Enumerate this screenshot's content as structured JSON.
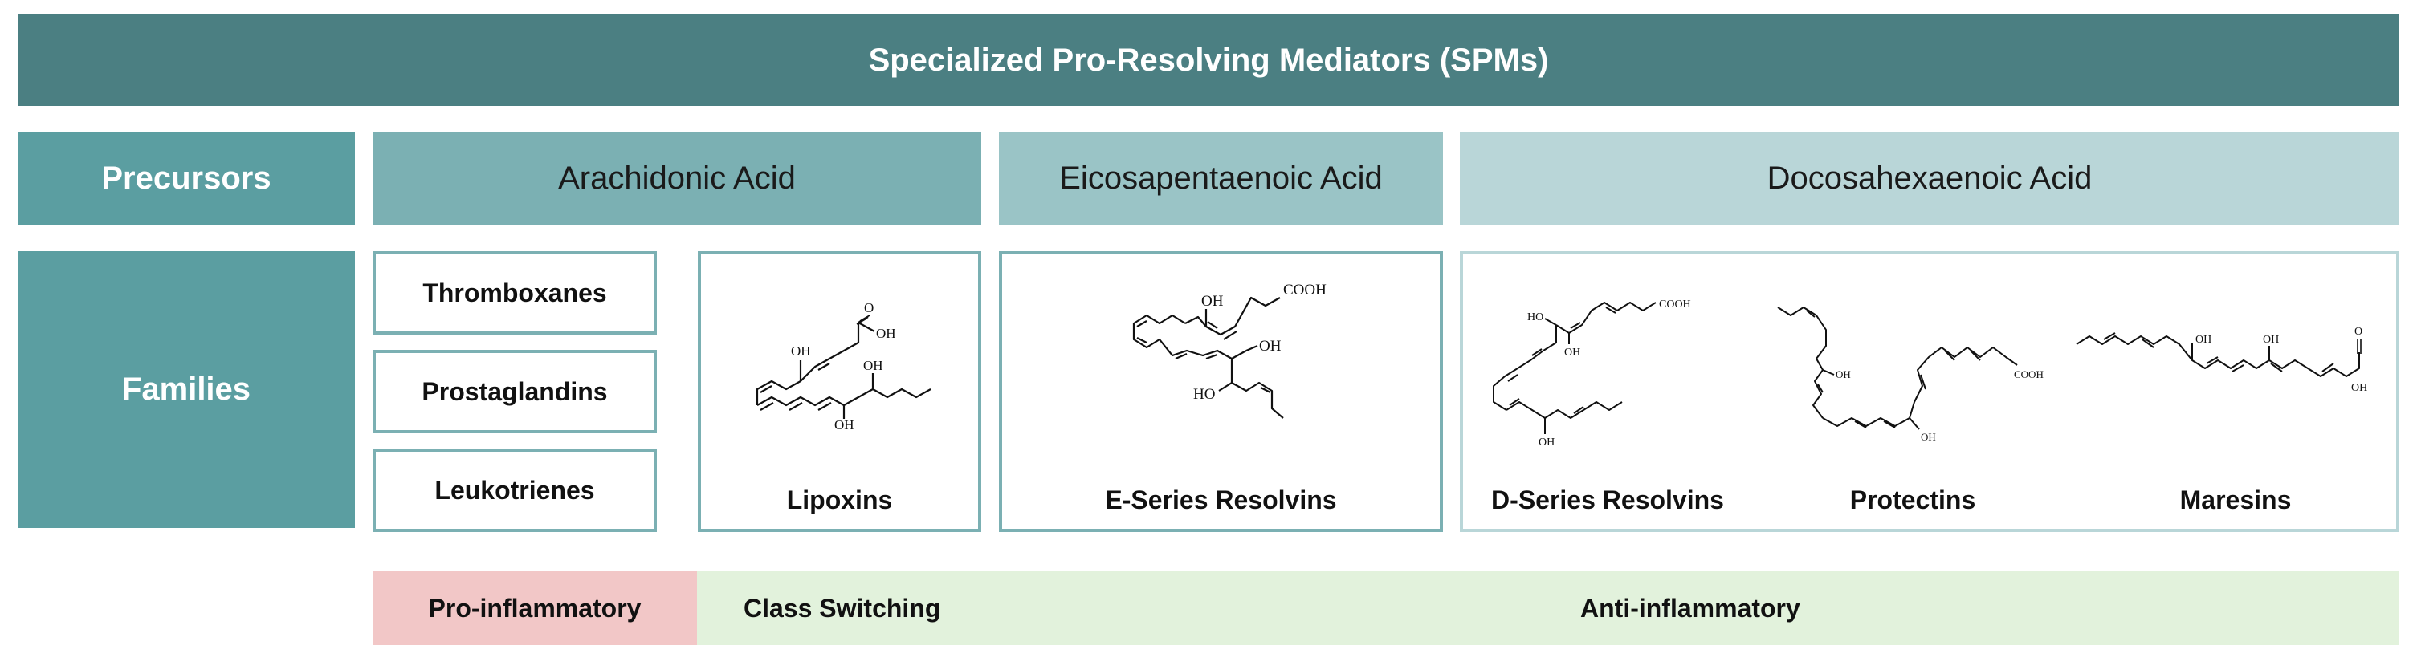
{
  "title": "Specialized Pro-Resolving Mediators (SPMs)",
  "rows": {
    "precursors": "Precursors",
    "families": "Families"
  },
  "precursors": {
    "arachidonic": "Arachidonic Acid",
    "eicosapentaenoic": "Eicosapentaenoic Acid",
    "docosahexaenoic": "Docosahexaenoic Acid"
  },
  "families": {
    "thromboxanes": "Thromboxanes",
    "prostaglandins": "Prostaglandins",
    "leukotrienes": "Leukotrienes",
    "lipoxins": "Lipoxins",
    "e_series": "E-Series Resolvins",
    "d_series": "D-Series Resolvins",
    "protectins": "Protectins",
    "maresins": "Maresins"
  },
  "structure_labels": {
    "oh": "OH",
    "ho": "HO",
    "o": "O",
    "cooh": "COOH"
  },
  "bands": {
    "pro": "Pro-inflammatory",
    "switch": "Class Switching",
    "anti": "Anti-inflammatory"
  },
  "colors": {
    "title_bg": "#4b7f82",
    "row_label_bg": "#5b9ea1",
    "arachidonic_bg": "#7bb0b3",
    "epa_bg": "#9ac4c6",
    "dha_bg": "#b9d6d8",
    "pro_band": "#f2c7c7",
    "anti_band": "#e2f2dc"
  }
}
